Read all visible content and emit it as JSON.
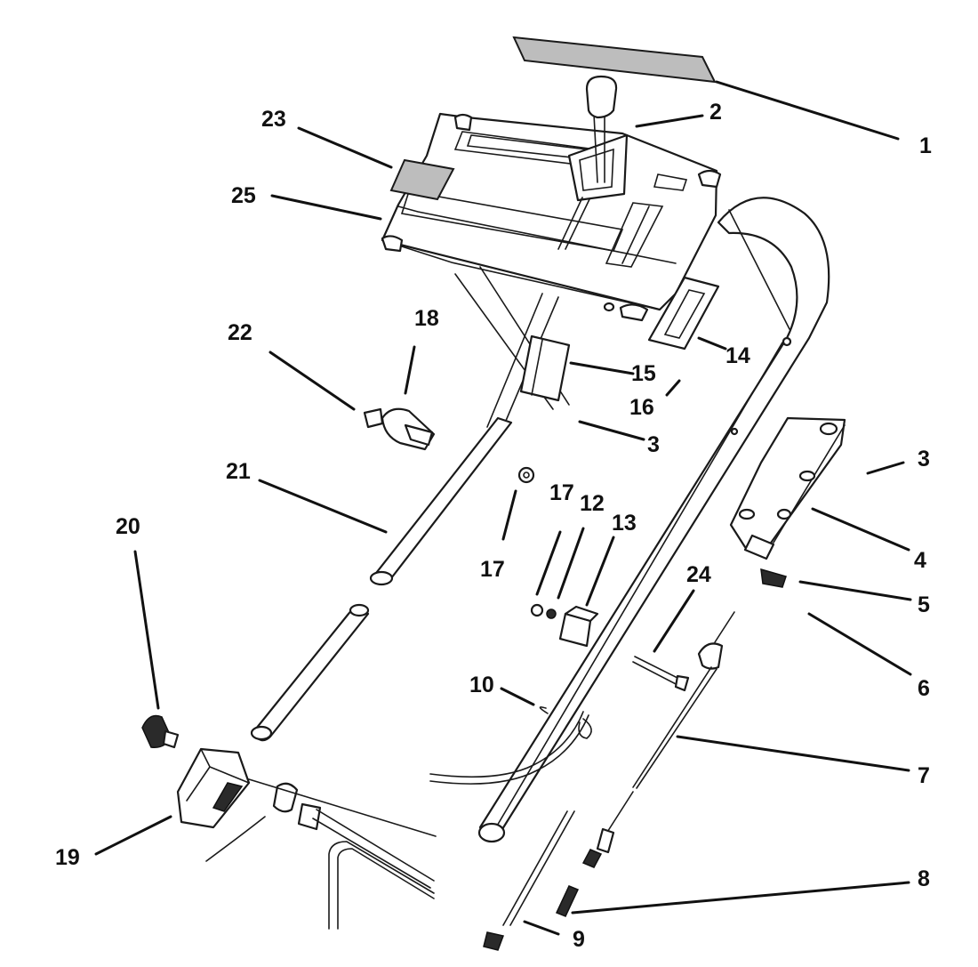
{
  "callouts": [
    {
      "id": "c1",
      "text": "1"
    },
    {
      "id": "c2",
      "text": "2"
    },
    {
      "id": "c3a",
      "text": "3"
    },
    {
      "id": "c3b",
      "text": "3"
    },
    {
      "id": "c4",
      "text": "4"
    },
    {
      "id": "c5",
      "text": "5"
    },
    {
      "id": "c6",
      "text": "6"
    },
    {
      "id": "c7",
      "text": "7"
    },
    {
      "id": "c8",
      "text": "8"
    },
    {
      "id": "c9",
      "text": "9"
    },
    {
      "id": "c10",
      "text": "10"
    },
    {
      "id": "c12",
      "text": "12"
    },
    {
      "id": "c13",
      "text": "13"
    },
    {
      "id": "c14",
      "text": "14"
    },
    {
      "id": "c15",
      "text": "15"
    },
    {
      "id": "c16",
      "text": "16"
    },
    {
      "id": "c17a",
      "text": "17"
    },
    {
      "id": "c17b",
      "text": "17"
    },
    {
      "id": "c18",
      "text": "18"
    },
    {
      "id": "c19",
      "text": "19"
    },
    {
      "id": "c20",
      "text": "20"
    },
    {
      "id": "c21",
      "text": "21"
    },
    {
      "id": "c22",
      "text": "22"
    },
    {
      "id": "c23",
      "text": "23"
    },
    {
      "id": "c24",
      "text": "24"
    },
    {
      "id": "c25",
      "text": "25"
    }
  ]
}
